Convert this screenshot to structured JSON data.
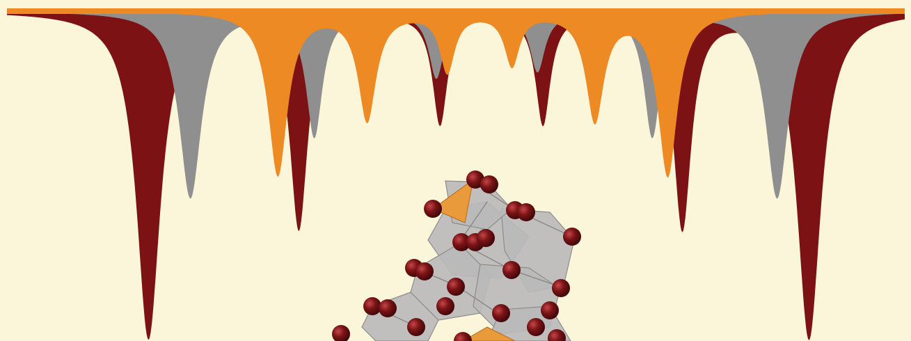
{
  "colors": {
    "background": "#fbf5d9",
    "spectrum_a": "#7d1214",
    "spectrum_b": "#8f8f8f",
    "spectrum_c": "#ee8a24",
    "octahedra": "#b9b9b9",
    "tetrahedra": "#e99a3a",
    "oxygen_atoms": "#7a1416"
  },
  "spectra": [
    {
      "name": "",
      "color_key": "spectrum_a",
      "peaks": [
        {
          "position": 0.163,
          "depth": 1.0,
          "width": 0.016
        },
        {
          "position": 0.328,
          "depth": 0.66,
          "width": 0.012
        },
        {
          "position": 0.483,
          "depth": 0.34,
          "width": 0.01
        },
        {
          "position": 0.596,
          "depth": 0.34,
          "width": 0.01
        },
        {
          "position": 0.749,
          "depth": 0.66,
          "width": 0.012
        },
        {
          "position": 0.888,
          "depth": 1.0,
          "width": 0.016
        }
      ]
    },
    {
      "name": "",
      "color_key": "spectrum_b",
      "peaks": [
        {
          "position": 0.209,
          "depth": 0.57,
          "width": 0.015
        },
        {
          "position": 0.345,
          "depth": 0.38,
          "width": 0.011
        },
        {
          "position": 0.479,
          "depth": 0.2,
          "width": 0.01
        },
        {
          "position": 0.59,
          "depth": 0.18,
          "width": 0.01
        },
        {
          "position": 0.716,
          "depth": 0.38,
          "width": 0.011
        },
        {
          "position": 0.853,
          "depth": 0.57,
          "width": 0.015
        }
      ]
    },
    {
      "name": "",
      "color_key": "spectrum_c",
      "peaks": [
        {
          "position": 0.305,
          "depth": 0.5,
          "width": 0.013
        },
        {
          "position": 0.403,
          "depth": 0.33,
          "width": 0.012
        },
        {
          "position": 0.491,
          "depth": 0.18,
          "width": 0.01
        },
        {
          "position": 0.562,
          "depth": 0.16,
          "width": 0.01
        },
        {
          "position": 0.653,
          "depth": 0.33,
          "width": 0.012
        },
        {
          "position": 0.733,
          "depth": 0.5,
          "width": 0.013
        }
      ]
    }
  ],
  "structure": {
    "octahedra_count": 7,
    "tetrahedra_count": 2,
    "oxygen_atom_count": 24
  }
}
